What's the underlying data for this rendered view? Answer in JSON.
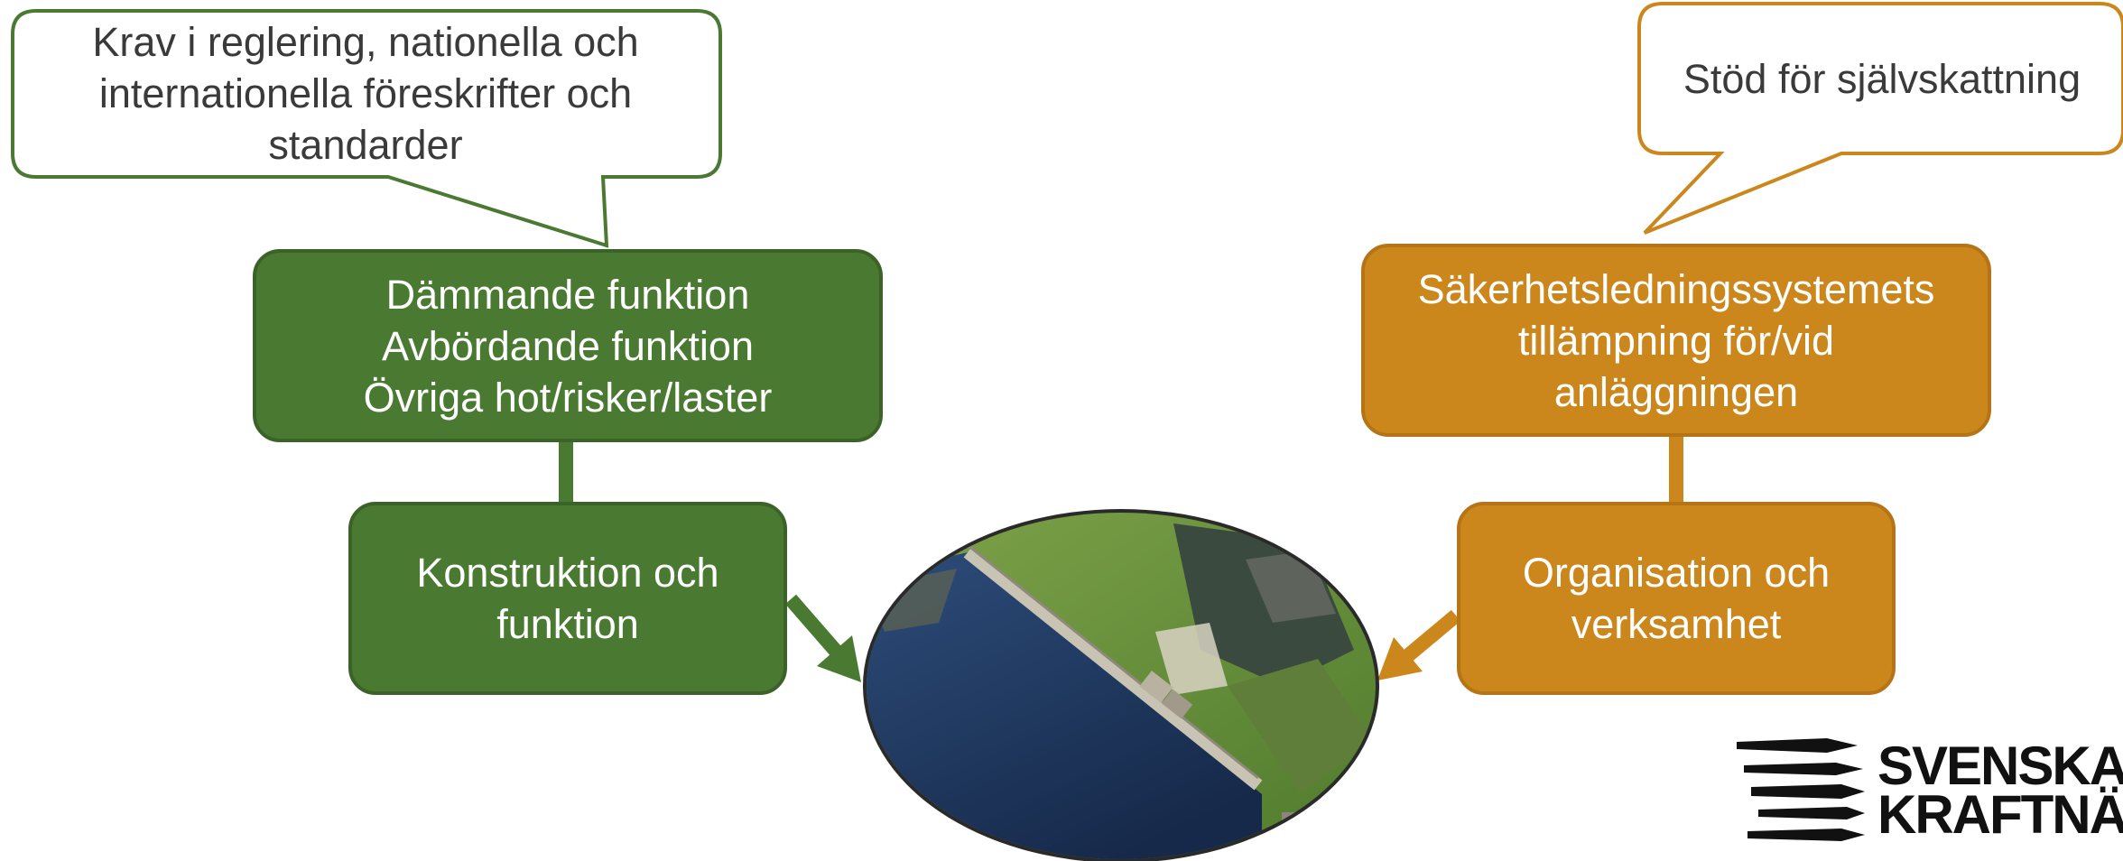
{
  "callouts": {
    "left": {
      "lines": [
        "Krav i reglering, nationella och",
        "internationella föreskrifter och",
        "standarder"
      ],
      "color": "#4a7a32"
    },
    "right": {
      "lines": [
        "Stöd för självskattning"
      ],
      "color": "#cb871c"
    }
  },
  "boxes": {
    "left_top": {
      "lines": [
        "Dämmande funktion",
        "Avbördande funktion",
        "Övriga hot/risker/laster"
      ]
    },
    "left_bottom": {
      "lines": [
        "Konstruktion och",
        "funktion"
      ]
    },
    "right_top": {
      "lines": [
        "Säkerhetsledningssystemets",
        "tillämpning för/vid",
        "anläggningen"
      ]
    },
    "right_bottom": {
      "lines": [
        "Organisation och",
        "verksamhet"
      ]
    }
  },
  "center_image": {
    "icon": "dam-aerial-photo"
  },
  "logo": {
    "lines": [
      "SVENSKA",
      "KRAFTNÄT"
    ],
    "icon": "svenska-kraftnat-logo-mark"
  },
  "colors": {
    "green": "#4a7a32",
    "orange": "#cb871c",
    "text_dark": "#3a3a3a"
  }
}
